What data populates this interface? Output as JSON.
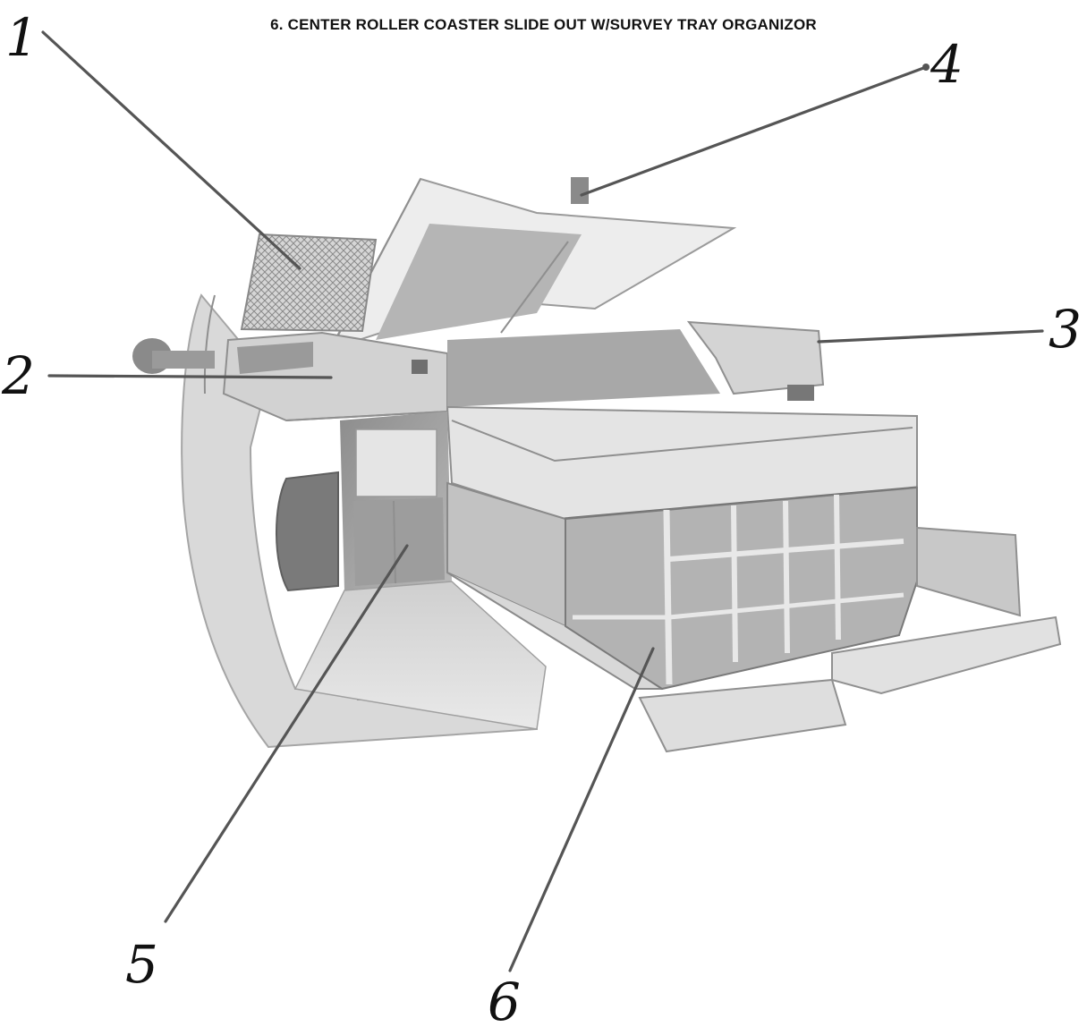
{
  "title": "6. CENTER ROLLER COASTER SLIDE OUT W/SURVEY TRAY ORGANIZOR",
  "colors": {
    "ink": "#111111",
    "leader": "#555555",
    "panel_light": "#e6e6e6",
    "panel_mid": "#c9c9c9",
    "panel_dark": "#9e9e9e"
  },
  "callouts": [
    {
      "id": "1",
      "label": "1"
    },
    {
      "id": "2",
      "label": "2"
    },
    {
      "id": "3",
      "label": "3"
    },
    {
      "id": "4",
      "label": "4"
    },
    {
      "id": "5",
      "label": "5"
    },
    {
      "id": "6",
      "label": "6"
    }
  ]
}
